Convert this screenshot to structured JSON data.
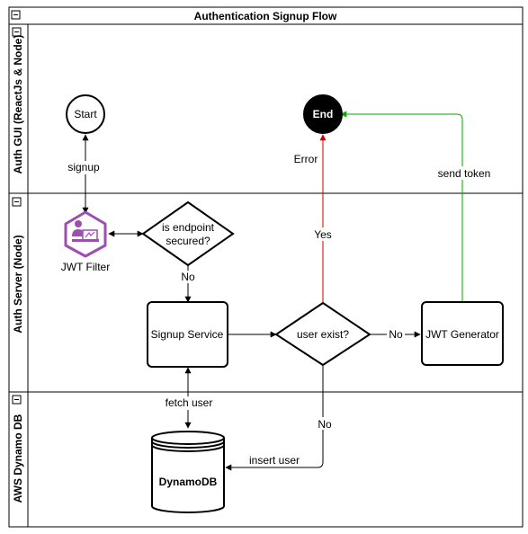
{
  "diagram": {
    "title": "Authentication Signup Flow",
    "lanes": [
      "Auth GUI (ReactJs & Node)",
      "Auth Server (Node)",
      "AWS Dynamo DB"
    ],
    "nodes": {
      "start": "Start",
      "end": "End",
      "jwt_filter": "JWT Filter",
      "endpoint_secured_line1": "is endpoint",
      "endpoint_secured_line2": "secured?",
      "signup_service": "Signup Service",
      "user_exist": "user exist?",
      "jwt_generator": "JWT Generator",
      "dynamodb": "DynamoDB"
    },
    "edges": {
      "signup": "signup",
      "no_secured": "No",
      "yes": "Yes",
      "error": "Error",
      "no_exist": "No",
      "no_insert": "No",
      "send_token": "send token",
      "fetch_user": "fetch user",
      "insert_user": "insert user"
    },
    "colors": {
      "error_arrow": "#cc0000",
      "token_arrow": "#00aa00",
      "filter_icon": "#9b4fb0"
    }
  }
}
